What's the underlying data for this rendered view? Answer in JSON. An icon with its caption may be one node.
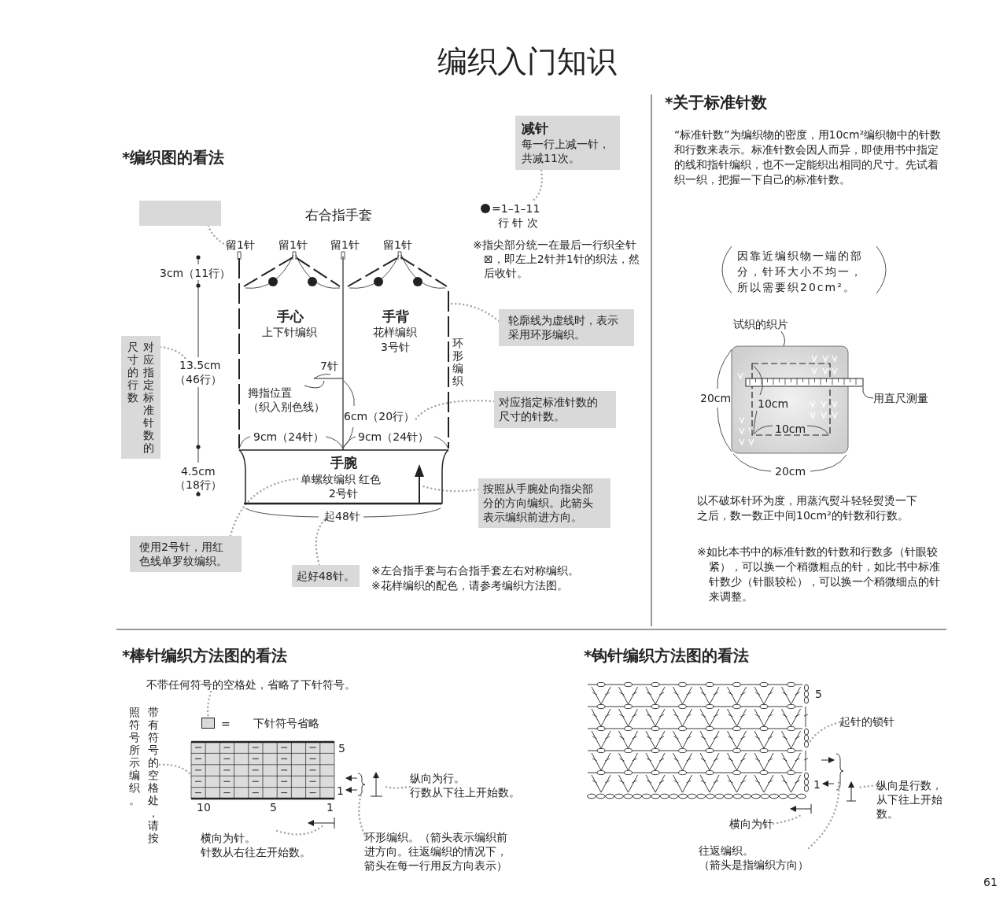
{
  "diagram": {
    "title": "编织入门知识",
    "nodes": [
      {
        "text": [],
        "shape": "box"
      },
      {
        "text": [
          "减针",
          "每一行上减一针，共减11次。"
        ]
      },
      {
        "text": [
          "=1–1–11",
          "行 针 次"
        ]
      },
      {
        "text": [
          "轮廓线为虚线时，表示采用环形编织。"
        ]
      },
      {
        "text": [
          "对应指定标准针数的尺寸的行数"
        ]
      },
      {
        "text": [
          "对应指定标准针数的尺寸的针数。"
        ]
      },
      {
        "text": [
          "按照从手腕处向指尖部分的方向编织。此箭头表示编织前进方向。"
        ]
      },
      {
        "text": [
          "使用2号针，用红色线单罗纹编织。"
        ]
      },
      {
        "text": [
          "起好48针。"
        ]
      },
      {
        "text": [
          "不带任何符号的空格处，省略了下针符号。"
        ]
      },
      {
        "text": [
          "带有符号的空格处，请按照符号所示编织。"
        ]
      },
      {
        "text": [
          "纵向为行。",
          "行数从下往上开始数。"
        ]
      },
      {
        "text": [
          "横向为针。",
          "针数从右往左开始数。"
        ]
      },
      {
        "text": [
          "环形编织。（箭头表示编织前进方向。往返编织的情况下，箭头在每一行用反方向表示）"
        ]
      },
      {
        "text": [
          "起针的锁针"
        ]
      },
      {
        "text": [
          "纵向是行数，从下往上开始数。"
        ]
      },
      {
        "text": [
          "横向为针"
        ]
      },
      {
        "text": [
          "往返编织。",
          "（箭头是指编织方向）"
        ]
      },
      {
        "text": [
          "拇指位置",
          "（织入别色线）"
        ],
        "in": 22
      },
      {
        "text": [
          "试织的织片"
        ]
      },
      {
        "text": [
          "用直尺测量"
        ]
      },
      {
        "text": [
          "13.5cm",
          "（46行）"
        ]
      },
      {
        "text": [],
        "shape": "picture"
      },
      {
        "text": [],
        "shape": "picture"
      },
      {
        "text": [],
        "shape": "box"
      },
      {
        "text": [],
        "shape": "picture"
      },
      {
        "text": [],
        "shape": "picture"
      }
    ],
    "edges": [
      {
        "from": 0,
        "to": 22,
        "arrow": "none",
        "style": "dashed"
      },
      {
        "from": 1,
        "to": 2,
        "arrow": "none",
        "style": "dashed"
      },
      {
        "from": 3,
        "to": 22,
        "arrow": "none",
        "style": "dashed"
      },
      {
        "from": 4,
        "to": 21,
        "arrow": "none",
        "style": "dashed"
      },
      {
        "from": 5,
        "to": 22,
        "arrow": "none",
        "style": "dashed"
      },
      {
        "from": 6,
        "to": 22,
        "arrow": "none",
        "style": "dashed"
      },
      {
        "from": 7,
        "to": 22,
        "arrow": "none",
        "style": "dashed"
      },
      {
        "from": 8,
        "to": 22,
        "arrow": "none",
        "style": "dashed"
      },
      {
        "from": 9,
        "to": 24,
        "arrow": "none",
        "style": "dashed"
      },
      {
        "from": 10,
        "to": 23,
        "arrow": "none",
        "style": "dashed"
      },
      {
        "from": 11,
        "to": null,
        "arrow": "none",
        "style": "dashed"
      },
      {
        "from": 12,
        "to": null,
        "arrow": "none",
        "style": "dashed"
      },
      {
        "from": 13,
        "to": null,
        "arrow": "none",
        "style": "dashed"
      },
      {
        "from": 14,
        "to": 26,
        "arrow": "none",
        "style": "dashed"
      },
      {
        "from": 15,
        "to": null,
        "arrow": "none",
        "style": "dashed"
      },
      {
        "from": 16,
        "to": 26,
        "arrow": "none",
        "style": "dashed"
      },
      {
        "from": 17,
        "to": null,
        "arrow": "none",
        "style": "dashed"
      },
      {
        "from": 18,
        "to": 22,
        "arrow": "none",
        "color": "#222222"
      },
      {
        "from": 19,
        "to": 25,
        "arrow": "none",
        "color": "#222222"
      },
      {
        "from": 20,
        "to": 25,
        "arrow": "none",
        "color": "#222222"
      }
    ],
    "labels": [
      "*编织图的看法",
      "右合指手套",
      "留1针",
      "留1针",
      "留1针",
      "留1针",
      "※指尖部分统一在最后一行织全针⊠，即左上2针并1针的织法，然后收针。",
      "3cm（11行）",
      "手心",
      "上下针编织",
      "手背",
      "花样编织",
      "3号针",
      "环形编织",
      "7针",
      "6cm（20行）",
      "9cm（24针）",
      "9cm（24针）",
      "手腕",
      "单螺纹编织 红色",
      "2号针",
      "4.5cm",
      "（18行）",
      "起48针",
      "※左合指手套与右合指手套左右对称编织。",
      "※花样编织的配色，请参考编织方法图。",
      "*关于标准针数",
      "“标准针数”为编织物的密度，用10cm²编织物中的针数和行数来表示。标准针数会因人而异，即使用书中指定的线和指针编织，也不一定能织出相同的尺寸。先试着织一织，把握一下自己的标准针数。",
      "因靠近编织物一端的部分，针环大小不均一，所以需要织20cm²。",
      "20cm",
      "10cm",
      "10cm",
      "20cm",
      "以不破坏针环为度，用蒸汽熨斗轻轻熨烫一下之后，数一数正中间10cm²的针数和行数。",
      "※如比本书中的标准针数的针数和行数多（针眼较紧），可以换一个稍微粗点的针，如比书中标准针数少（针眼较松），可以换一个稍微细点的针来调整。",
      "*棒针编织方法图的看法",
      "=",
      "下针符号省略",
      "5",
      "1",
      "10",
      "5",
      "1",
      "*钩针编织方法图的看法",
      "5",
      "1",
      "61"
    ]
  }
}
